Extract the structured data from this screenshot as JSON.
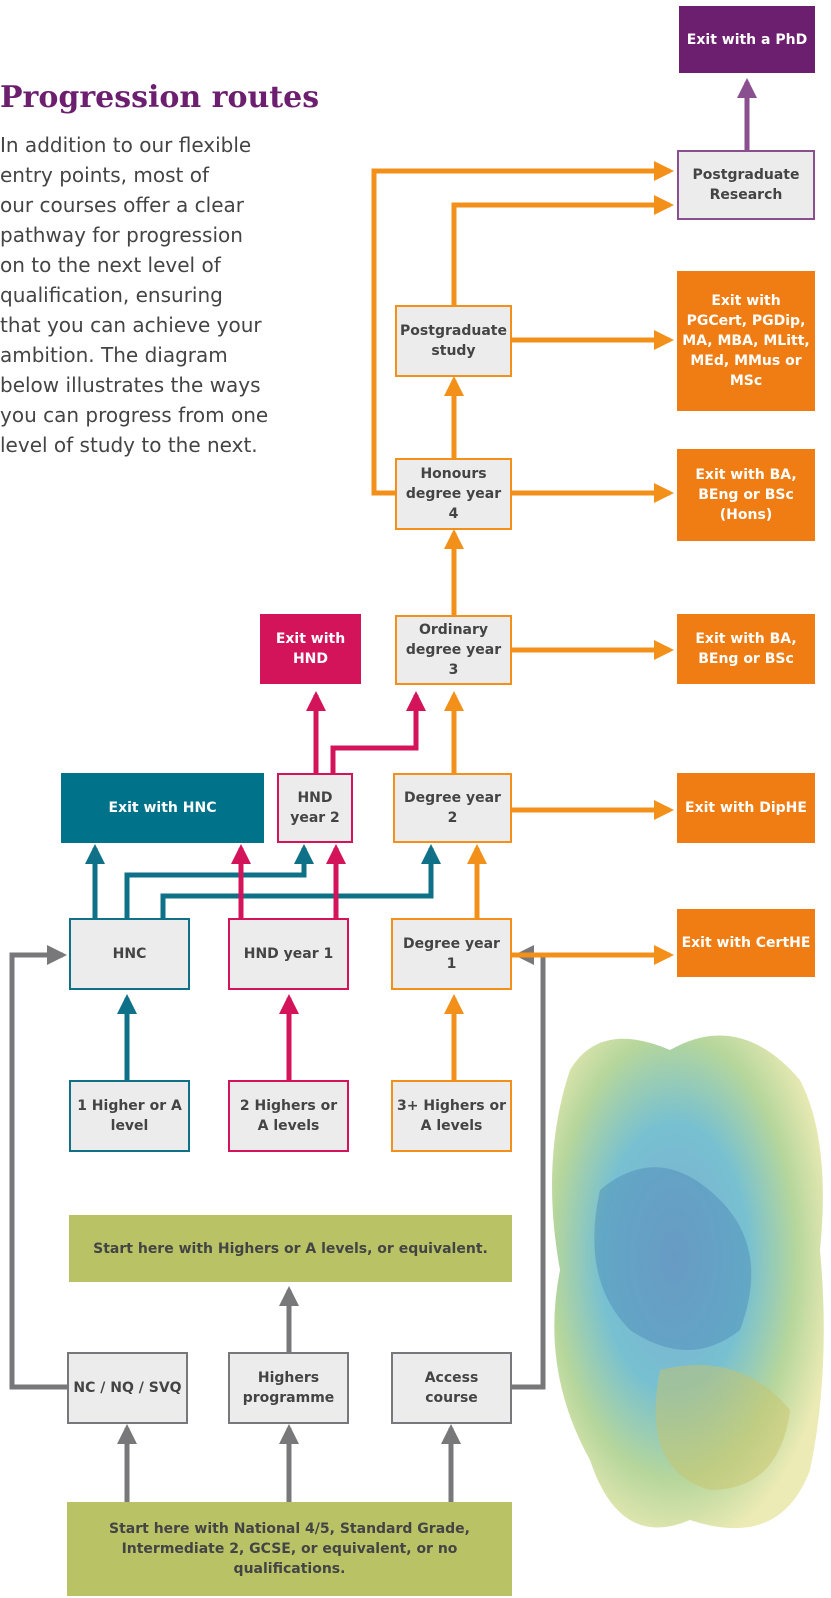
{
  "heading": "Progression routes",
  "intro_lines": [
    "In addition to our flexible",
    "entry points, most of",
    "our courses offer a clear",
    "pathway for progression",
    "on to the next level of",
    "qualification, ensuring",
    "that you can achieve your",
    "ambition. The diagram",
    "below illustrates the ways",
    "you can progress from one",
    "level of study to the next."
  ],
  "colors": {
    "gray": "#78787a",
    "teal": "#0e7187",
    "pink": "#d4145a",
    "orange": "#f39019",
    "purple": "#8a4f8e",
    "green": "#b9c366"
  },
  "boxes": {
    "exit_phd": "Exit with a PhD",
    "pg_research": "Postgraduate Research",
    "pg_study": "Postgraduate study",
    "exit_pg": "Exit with PGCert, PGDip, MA, MBA, MLitt, MEd, MMus or MSc",
    "honours": "Honours degree year 4",
    "exit_hons": "Exit with BA, BEng or BSc (Hons)",
    "exit_hnd": "Exit with HND",
    "ordinary": "Ordinary degree year 3",
    "exit_ord": "Exit with BA, BEng or BSc",
    "exit_hnc": "Exit with HNC",
    "hnd2": "HND year 2",
    "deg2": "Degree year 2",
    "exit_diphe": "Exit with DipHE",
    "hnc": "HNC",
    "hnd1": "HND year 1",
    "deg1": "Degree year 1",
    "exit_certhe": "Exit with CertHE",
    "higher1": "1 Higher or A level",
    "highers2": "2 Highers or A levels",
    "highers3": "3+ Highers or A levels",
    "start_highers": "Start here with Highers or A levels, or equivalent.",
    "nc": "NC / NQ / SVQ",
    "highers_prog": "Highers programme",
    "access": "Access course",
    "start_national": "Start here with National 4/5, Standard Grade, Intermediate 2, GCSE, or equivalent, or no qualifications."
  }
}
